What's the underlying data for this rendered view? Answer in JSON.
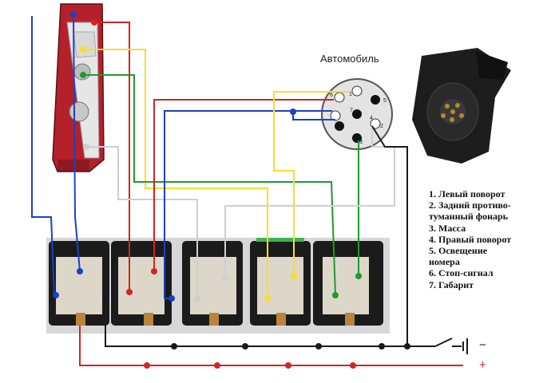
{
  "diagram": {
    "car_label": "Автомобиль",
    "legend": [
      "1. Левый поворот",
      "2. Задний противо-",
      "туманный фонарь",
      "3. Масса",
      "4. Правый поворот",
      "5. Освещение",
      "номера",
      "6. Стоп-сигнал",
      "7. Габарит"
    ],
    "socket_pins": [
      "1",
      "2",
      "3",
      "4",
      "5",
      "6",
      "7"
    ],
    "power": {
      "minus": "−",
      "plus": "+"
    },
    "colors": {
      "blue": "#1f3fc4",
      "red": "#d42424",
      "yellow": "#f5e02a",
      "green": "#1f9a2f",
      "white_wire": "#cfcfcf",
      "black_wire": "#1a1a1a",
      "minus_sign": "#1a1a1a",
      "plus_sign": "#d42424"
    }
  }
}
